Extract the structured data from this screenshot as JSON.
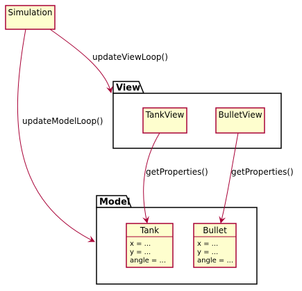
{
  "colors": {
    "node_fill": "#FEFECE",
    "node_border": "#A80036",
    "edge": "#A80036",
    "package_border": "#000000"
  },
  "nodes": {
    "simulation": {
      "title": "Simulation"
    },
    "tankview": {
      "title": "TankView"
    },
    "bulletview": {
      "title": "BulletView"
    },
    "tank": {
      "title": "Tank",
      "attributes": [
        "x = ...",
        "y = ...",
        "angle = ..."
      ]
    },
    "bullet": {
      "title": "Bullet",
      "attributes": [
        "x = ...",
        "y = ...",
        "angle = ..."
      ]
    }
  },
  "packages": {
    "view": {
      "title": "View"
    },
    "model": {
      "title": "Model"
    }
  },
  "edges": {
    "update_view": {
      "label": "updateViewLoop()"
    },
    "update_model": {
      "label": "updateModelLoop()"
    },
    "tank_props": {
      "label": "getProperties()"
    },
    "bullet_props": {
      "label": "getProperties()"
    }
  }
}
